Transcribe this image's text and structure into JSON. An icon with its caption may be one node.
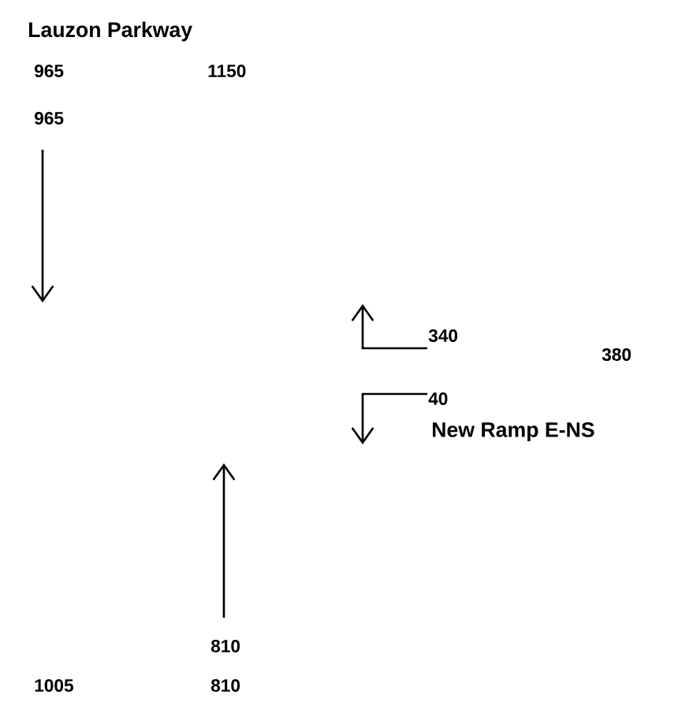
{
  "diagram": {
    "nodes": [
      {
        "text": [
          "965"
        ]
      },
      {
        "text": [
          "340"
        ]
      },
      {
        "text": [
          "40"
        ]
      },
      {
        "text": [
          "810"
        ]
      }
    ],
    "edges": [
      {
        "from": 0,
        "to": null,
        "arrow": "to"
      },
      {
        "from": 1,
        "to": null,
        "arrow": "to"
      },
      {
        "from": 2,
        "to": null,
        "arrow": "to"
      },
      {
        "from": 3,
        "to": null,
        "arrow": "to"
      }
    ],
    "labels": [
      "Lauzon Parkway",
      "965",
      "1150",
      "380",
      "New Ramp E-NS",
      "1005",
      "810"
    ]
  }
}
